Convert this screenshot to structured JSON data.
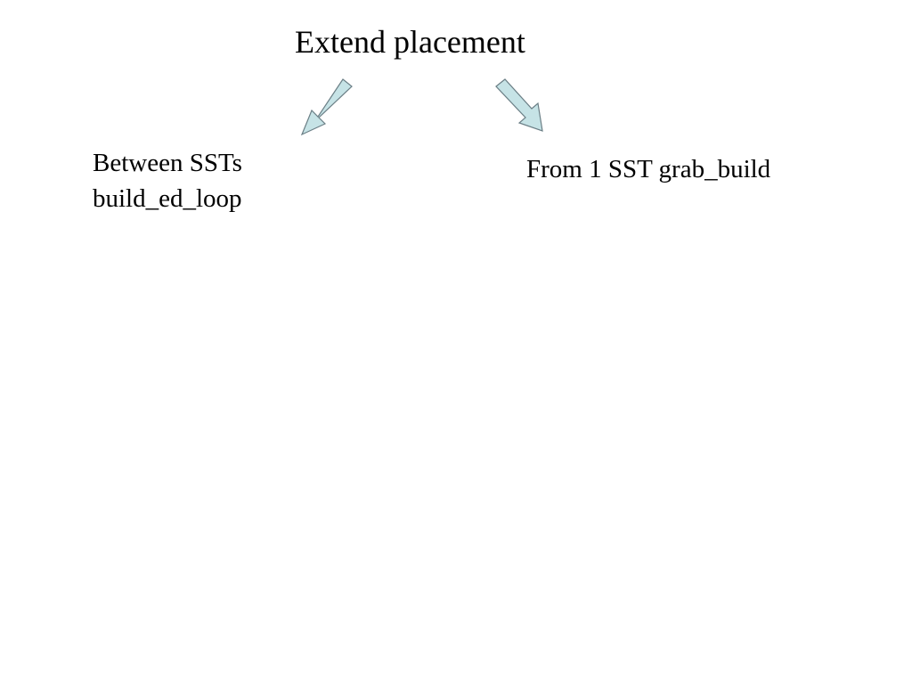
{
  "diagram": {
    "title": "Extend placement",
    "left_node": {
      "line1": "Between SSTs",
      "line2": "build_ed_loop"
    },
    "right_node": {
      "label": "From 1 SST grab_build"
    },
    "arrow_fill": "#c6e3e6",
    "arrow_stroke": "#6b7f86"
  }
}
